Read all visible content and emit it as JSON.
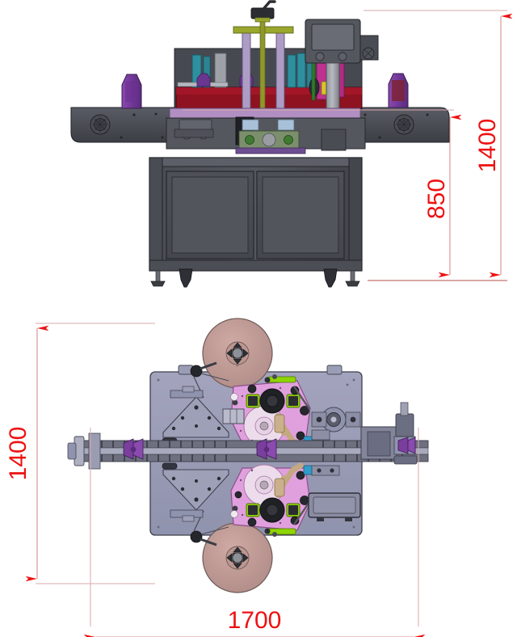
{
  "drawing": {
    "type": "engineering-drawing",
    "subject": "Automatic double-side round bottle labeling machine",
    "units": "mm",
    "views": [
      {
        "name": "front-elevation",
        "label": ""
      },
      {
        "name": "top-plan",
        "label": ""
      }
    ]
  },
  "dimensions": {
    "overall_height": "1400",
    "working_height": "850",
    "overall_width": "1400",
    "overall_length": "1700"
  },
  "dimension_callouts": [
    {
      "id": "height-overall",
      "value": "1400",
      "view": "front-elevation",
      "orientation": "vertical",
      "side": "right-outer"
    },
    {
      "id": "height-working",
      "value": "850",
      "view": "front-elevation",
      "orientation": "vertical",
      "side": "right-inner"
    },
    {
      "id": "width-overall",
      "value": "1400",
      "view": "top-plan",
      "orientation": "vertical",
      "side": "left"
    },
    {
      "id": "length-overall",
      "value": "1700",
      "view": "top-plan",
      "orientation": "horizontal",
      "side": "bottom"
    }
  ],
  "colors": {
    "dimension_line": "#ee1111",
    "extension_line": "#d9a8a8",
    "background": "#ffffff",
    "machine_body": "#4d4f57",
    "machine_body_dark": "#3a3c43",
    "base_plate": "#9a9ab4",
    "label_head": "#e3a0e0",
    "label_reel": "#c29b96",
    "bottle": "#7a3f9c",
    "accent_red": "#a01520",
    "accent_teal": "#2e8f9e",
    "accent_green": "#8fd400",
    "accent_olive": "#9aa62c",
    "accent_magenta": "#c0308f",
    "linkage_tan": "#c4a882"
  },
  "front_view": {
    "components": [
      {
        "name": "infeed-conveyor",
        "side": "left"
      },
      {
        "name": "outfeed-conveyor",
        "side": "right"
      },
      {
        "name": "bottle",
        "count": 4
      },
      {
        "name": "base-cabinet",
        "doors": 2
      },
      {
        "name": "leveling-foot",
        "count": 4
      },
      {
        "name": "hmi-control-panel"
      },
      {
        "name": "height-adjust-crank"
      },
      {
        "name": "labeling-station"
      }
    ]
  },
  "top_view": {
    "components": [
      {
        "name": "label-reel",
        "count": 2
      },
      {
        "name": "labeling-head",
        "count": 2
      },
      {
        "name": "guide-plate",
        "count": 2
      },
      {
        "name": "conveyor-chain"
      },
      {
        "name": "drive-gearbox"
      },
      {
        "name": "control-box"
      },
      {
        "name": "base-plate"
      }
    ]
  }
}
